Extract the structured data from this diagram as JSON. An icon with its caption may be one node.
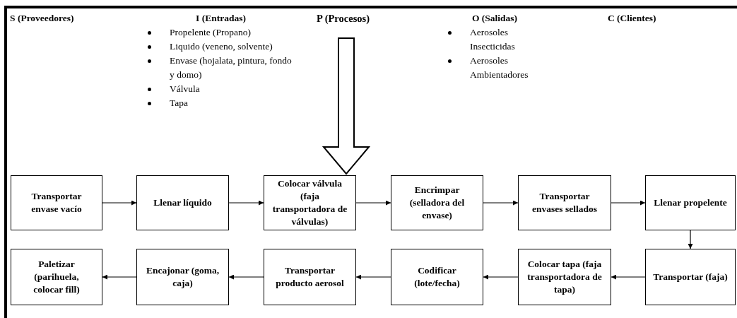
{
  "diagram": {
    "nodes": [
      {
        "text": [
          "P (Procesos)"
        ]
      },
      {
        "text": [
          "Transportar envase vacío"
        ]
      },
      {
        "text": [
          "Llenar líquido"
        ]
      },
      {
        "text": [
          "Colocar válvula (faja transportadora de válvulas)"
        ]
      },
      {
        "text": [
          "Encrimpar (selladora del envase)"
        ]
      },
      {
        "text": [
          "Transportar envases sellados"
        ]
      },
      {
        "text": [
          "Llenar propelente"
        ]
      },
      {
        "text": [
          "Paletizar (parihuela, colocar fill)"
        ]
      },
      {
        "text": [
          "Encajonar (goma, caja)"
        ]
      },
      {
        "text": [
          "Transportar producto aerosol"
        ]
      },
      {
        "text": [
          "Codificar (lote/fecha)"
        ]
      },
      {
        "text": [
          "Colocar tapa (faja transportadora de tapa)"
        ]
      },
      {
        "text": [
          "Transportar (faja)"
        ]
      }
    ],
    "edges": [
      {
        "from": 0,
        "to": 3,
        "arrow": "to",
        "style": "thick"
      },
      {
        "from": 1,
        "to": 2,
        "arrow": "to"
      },
      {
        "from": 2,
        "to": 3,
        "arrow": "to"
      },
      {
        "from": 3,
        "to": 4,
        "arrow": "to"
      },
      {
        "from": 4,
        "to": 5,
        "arrow": "to"
      },
      {
        "from": 5,
        "to": 6,
        "arrow": "to"
      },
      {
        "from": 6,
        "to": 12,
        "arrow": "to"
      },
      {
        "from": 12,
        "to": 11,
        "arrow": "to"
      },
      {
        "from": 11,
        "to": 10,
        "arrow": "to"
      },
      {
        "from": 10,
        "to": 9,
        "arrow": "to"
      },
      {
        "from": 9,
        "to": 8,
        "arrow": "to"
      },
      {
        "from": 8,
        "to": 7,
        "arrow": "to"
      }
    ],
    "labels": [
      "S (Proveedores)",
      "I (Entradas)",
      "Propelente (Propano)",
      "Liquido (veneno, solvente)",
      "Envase (hojalata, pintura, fondo y domo)",
      "Válvula",
      "Tapa",
      "O (Salidas)",
      "Aerosoles Insecticidas",
      "Aerosoles Ambientadores",
      "C (Clientes)"
    ]
  }
}
